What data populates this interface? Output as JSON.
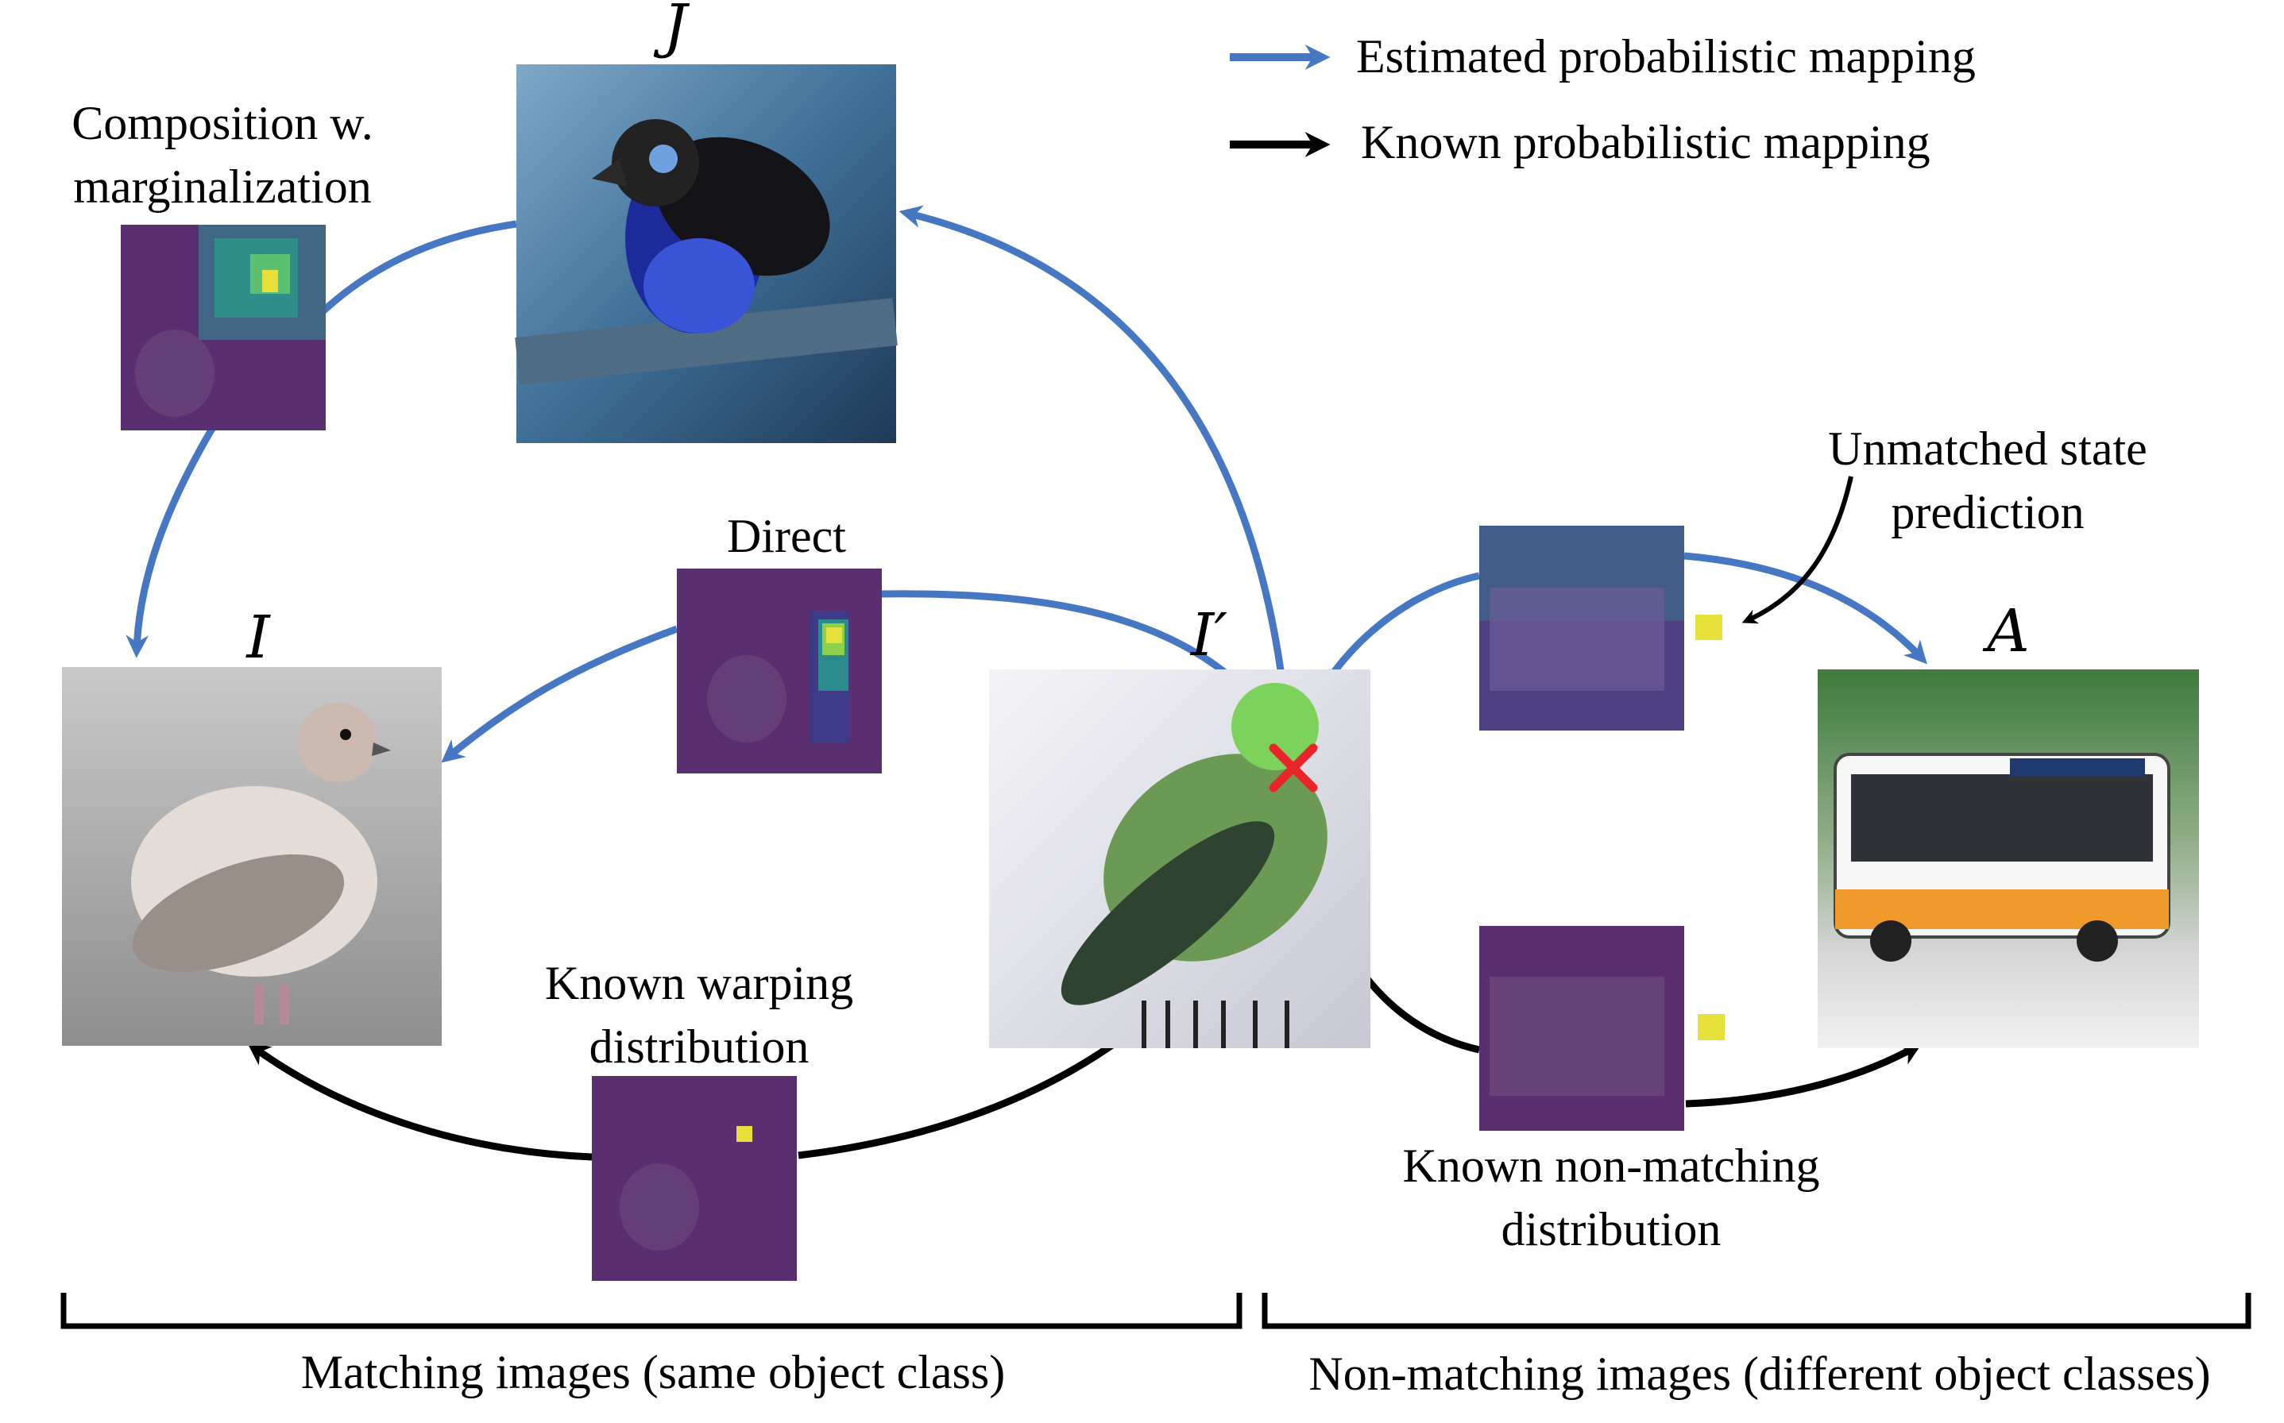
{
  "legend": {
    "estimated": "Estimated probabilistic mapping",
    "known": "Known probabilistic mapping",
    "estimated_color": "#4677c2",
    "known_color": "#000000"
  },
  "image_labels": {
    "j": "J",
    "i": "I",
    "i_prime": "I′",
    "a": "A"
  },
  "annotations": {
    "composition_line1": "Composition w.",
    "composition_line2": "marginalization",
    "direct": "Direct",
    "warping_line1": "Known warping",
    "warping_line2": "distribution",
    "unmatched_line1": "Unmatched state",
    "unmatched_line2": "prediction",
    "nonmatching_line1": "Known non-matching",
    "nonmatching_line2": "distribution"
  },
  "groups": {
    "matching": "Matching images (same object class)",
    "non_matching": "Non-matching images (different object classes)"
  },
  "colors": {
    "mismatch_cross": "#e8262a",
    "heatmap_bg": "#5a2f70",
    "heatmap_peak": "#e6e13a"
  },
  "icons": {
    "image_j": "bird-photo-icon",
    "image_i": "pigeon-photo-icon",
    "image_i_prime": "warped-bird-photo-icon",
    "image_a": "bus-photo-icon",
    "cross": "mismatch-cross-icon"
  }
}
